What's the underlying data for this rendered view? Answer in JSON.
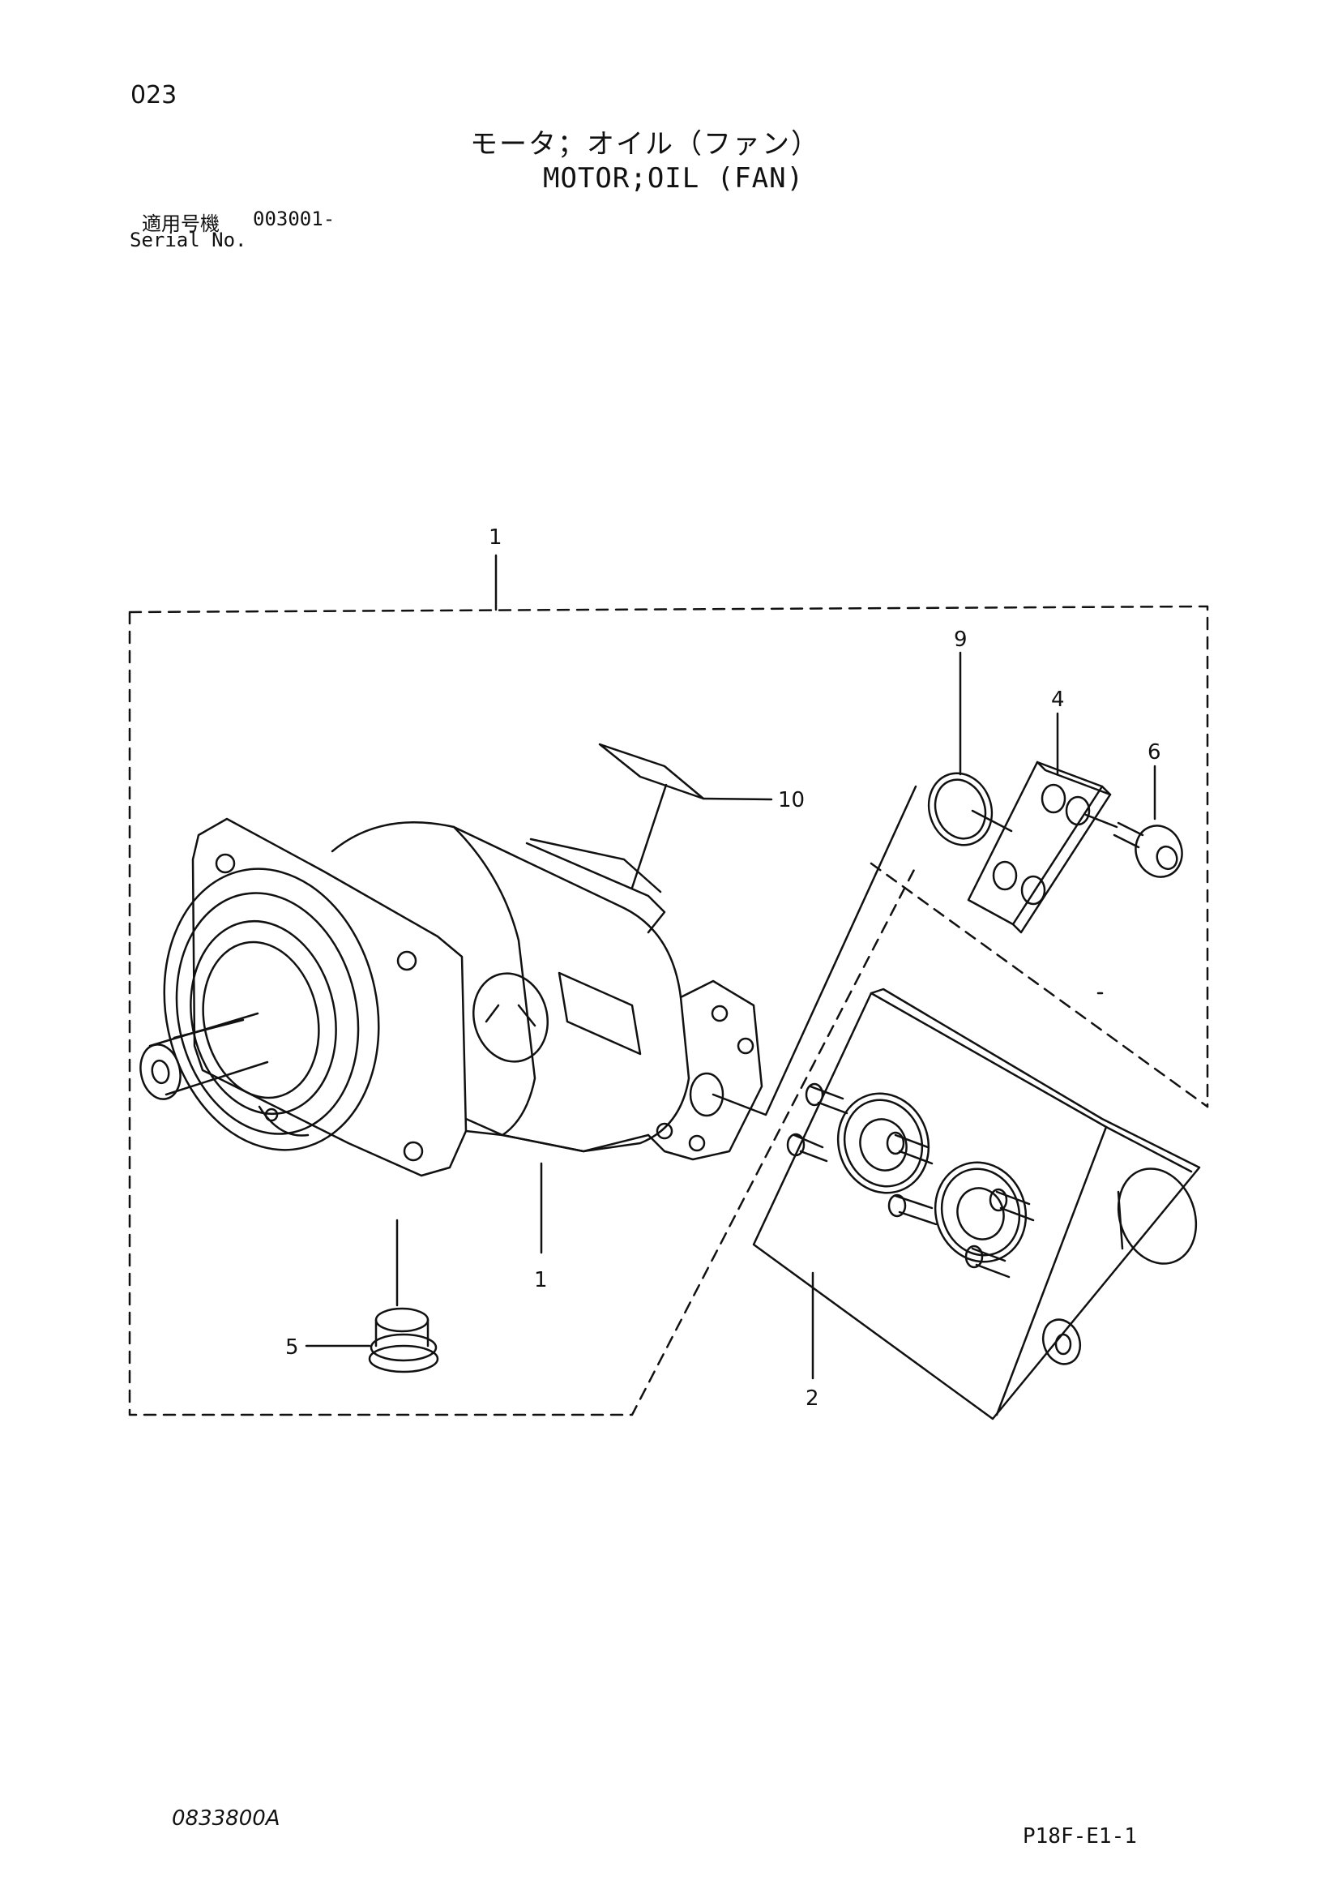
{
  "page_number": "023",
  "title": {
    "japanese": "モータ；オイル（ファン）",
    "english": "MOTOR;OIL (FAN)"
  },
  "serial": {
    "label_ja": "適用号機",
    "label_en": "Serial No.",
    "value": "003001-"
  },
  "callouts": [
    {
      "id": "1",
      "label": "1"
    },
    {
      "id": "1b",
      "label": "1"
    },
    {
      "id": "2",
      "label": "2"
    },
    {
      "id": "4",
      "label": "4"
    },
    {
      "id": "5",
      "label": "5"
    },
    {
      "id": "6",
      "label": "6"
    },
    {
      "id": "9",
      "label": "9"
    },
    {
      "id": "10",
      "label": "10"
    }
  ],
  "footer": {
    "drawing_number": "0833800A",
    "page_code": "P18F-E1-1"
  }
}
